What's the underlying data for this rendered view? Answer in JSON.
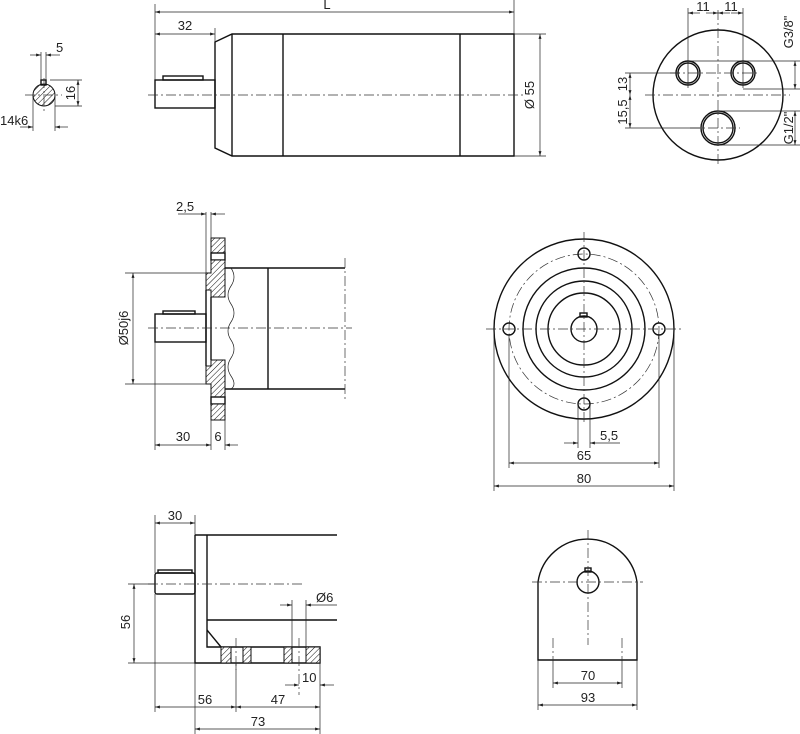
{
  "shaft_section": {
    "key_width": "5",
    "key_height": "16",
    "diameter": "14k6"
  },
  "side_view": {
    "length": "L",
    "shaft_length": "32",
    "diameter": "Ø 55"
  },
  "end_view": {
    "port_spacing_left": "11",
    "port_spacing_right": "11",
    "port_small": "G3/8\"",
    "port_large": "G1/2\"",
    "offset_upper": "13",
    "offset_lower": "15,5"
  },
  "flange_side": {
    "spigot_depth": "2,5",
    "spigot_diameter": "Ø50j6",
    "shaft_length": "30",
    "flange_thickness": "6"
  },
  "flange_front": {
    "hole_diameter": "5,5",
    "bolt_circle": "65",
    "outer_diameter": "80"
  },
  "foot_side": {
    "shaft_length": "30",
    "shaft_height": "56",
    "hole_diameter": "Ø6",
    "edge_distance": "10",
    "shaft_to_hole": "56",
    "hole_spacing": "47",
    "foot_length": "73"
  },
  "foot_front": {
    "hole_spacing": "70",
    "width": "93"
  }
}
